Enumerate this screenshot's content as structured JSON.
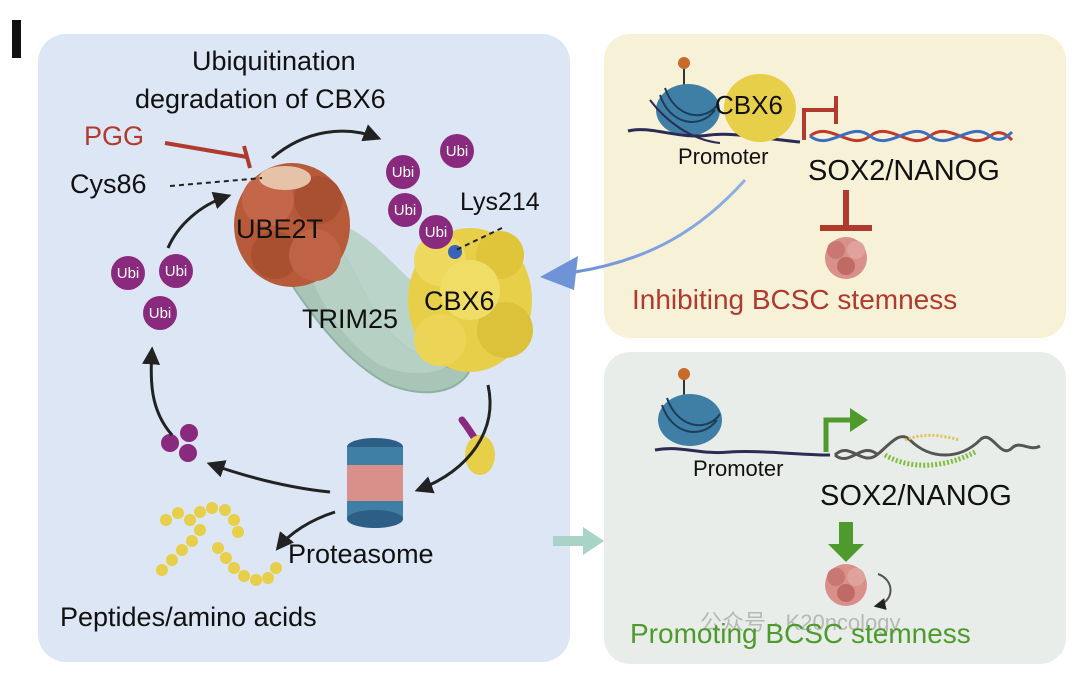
{
  "panel_letter": "I",
  "left": {
    "title_line1": "Ubiquitination",
    "title_line2": "degradation of CBX6",
    "pgg": "PGG",
    "cys": "Cys86",
    "ube2t": "UBE2T",
    "lys": "Lys214",
    "trim25": "TRIM25",
    "cbx6": "CBX6",
    "ubi": "Ubi",
    "proteasome": "Proteasome",
    "peptides": "Peptides/amino acids"
  },
  "top_right": {
    "cbx6": "CBX6",
    "promoter": "Promoter",
    "gene": "SOX2/NANOG",
    "caption": "Inhibiting BCSC stemness"
  },
  "bottom_right": {
    "promoter": "Promoter",
    "gene": "SOX2/NANOG",
    "caption": "Promoting BCSC stemness",
    "watermark": "公众号 · K20ncology"
  },
  "colors": {
    "left_panel": "#dce6f4",
    "top_right_panel": "#f7f1d8",
    "bottom_right_panel": "#e8ede9",
    "inhibit_red": "#b03a2e",
    "promote_green": "#4f9a2c",
    "ubi_purple": "#8a2a7e",
    "cbx6_yellow": "#e7cf4a",
    "ube2t_brown": "#b65a3a",
    "trim25_teal": "#a8c5b8",
    "nucleosome_blue": "#3f7fa6"
  },
  "icons": [
    "nucleosome-icon",
    "dna-helix-icon",
    "proteasome-icon",
    "ubiquitin-icon",
    "cell-cluster-icon"
  ]
}
